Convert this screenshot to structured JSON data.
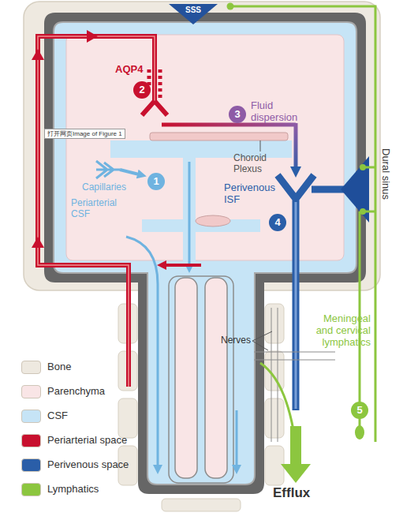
{
  "diagram": {
    "nodes": [
      {
        "text": [
          "SSS"
        ]
      },
      {
        "text": [
          "2"
        ]
      },
      {
        "text": [
          "3"
        ]
      },
      {
        "text": [
          "1"
        ]
      },
      {
        "text": [
          "4"
        ]
      },
      {
        "text": [
          "5"
        ]
      }
    ],
    "labels": [
      "AQP4",
      "打开网页Image of Figure 1",
      "Fluid dispersion",
      "Choroid Plexus",
      "Capillaries",
      "Perivenous ISF",
      "Periarterial CSF",
      "Dural sinus",
      "Nerves",
      "Meningeal and cervical lymphatics",
      "Efflux"
    ],
    "legend": [
      {
        "text": "Bone",
        "color": "#eee9e0"
      },
      {
        "text": "Parenchyma",
        "color": "#f9e5e6"
      },
      {
        "text": "CSF",
        "color": "#c6e4f6"
      },
      {
        "text": "Periarterial space",
        "color": "#c8102e"
      },
      {
        "text": "Perivenous space",
        "color": "#2a5ea8"
      },
      {
        "text": "Lymphatics",
        "color": "#8cc63f"
      }
    ]
  }
}
